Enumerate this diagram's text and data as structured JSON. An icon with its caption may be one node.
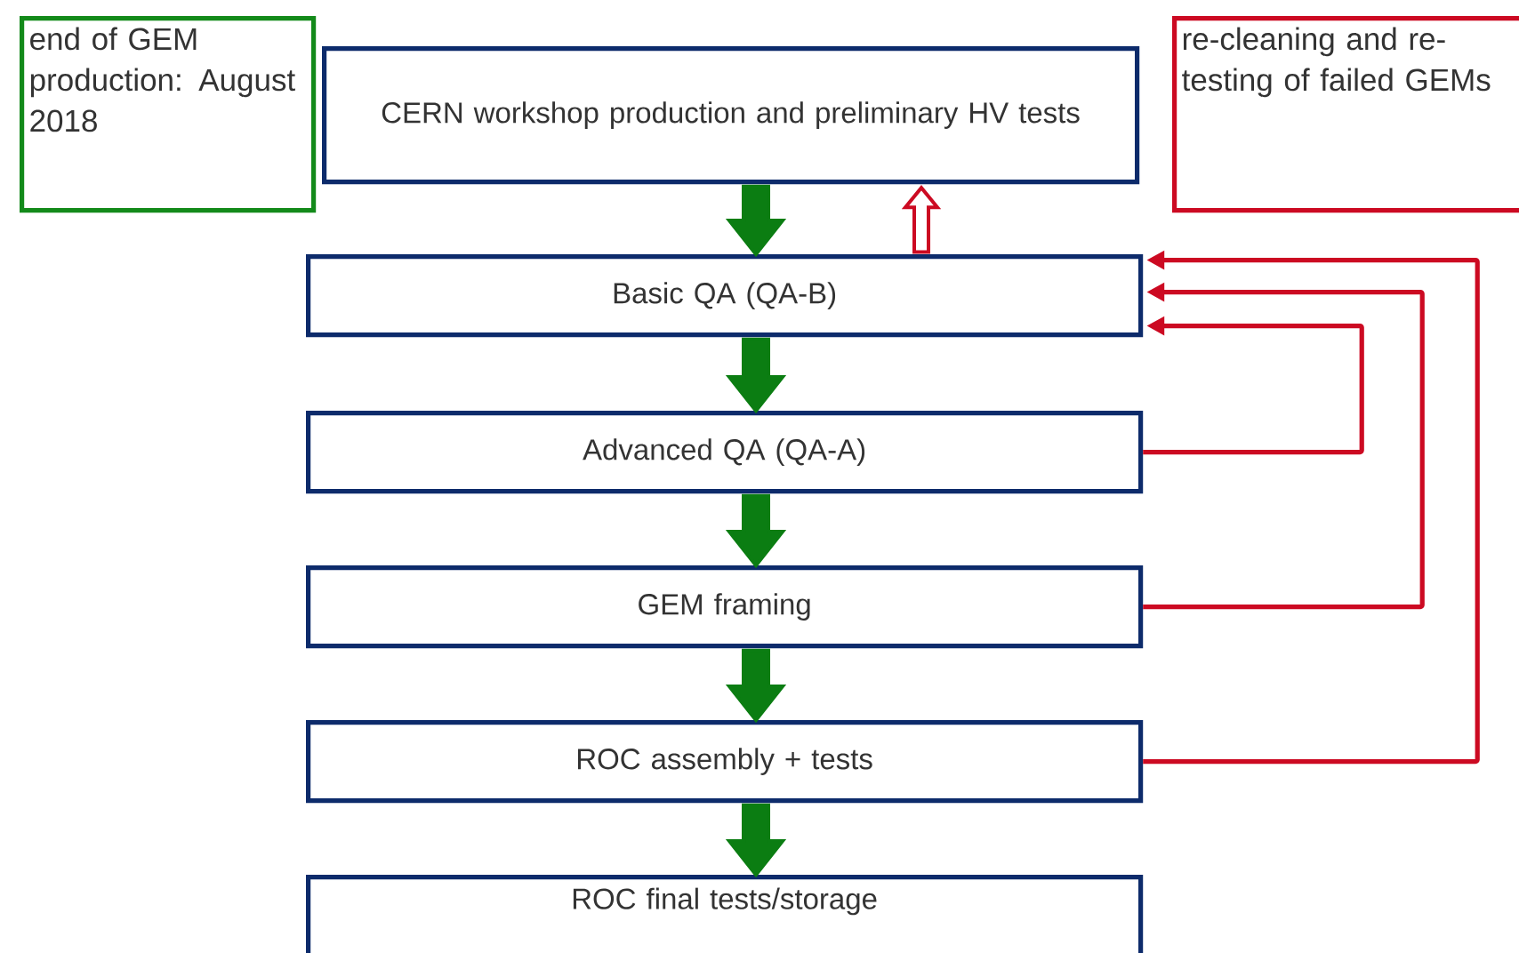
{
  "diagram": {
    "nodes": [
      {
        "text": [
          "end of GEM production: August 2018"
        ]
      },
      {
        "text": [
          "CERN workshop production and preliminary HV tests"
        ]
      },
      {
        "text": [
          "re-cleaning and re-testing of failed GEMs"
        ]
      },
      {
        "text": [
          "Basic QA (QA-B)"
        ]
      },
      {
        "text": [
          "Advanced QA (QA-A)"
        ]
      },
      {
        "text": [
          "GEM framing"
        ]
      },
      {
        "text": [
          "ROC assembly + tests"
        ]
      },
      {
        "text": [
          "ROC final tests/storage"
        ]
      }
    ],
    "edges": [
      {
        "from": 1,
        "to": 3,
        "arrow": "to",
        "style": "thick",
        "color": "#0b7d12"
      },
      {
        "from": 3,
        "to": 4,
        "arrow": "to",
        "style": "thick",
        "color": "#0b7d12"
      },
      {
        "from": 4,
        "to": 5,
        "arrow": "to",
        "style": "thick",
        "color": "#0b7d12"
      },
      {
        "from": 5,
        "to": 6,
        "arrow": "to",
        "style": "thick",
        "color": "#0b7d12"
      },
      {
        "from": 6,
        "to": 7,
        "arrow": "to",
        "style": "thick",
        "color": "#0b7d12"
      },
      {
        "from": 3,
        "to": 1,
        "arrow": "to",
        "style": "thick",
        "color": "#cc0a22"
      },
      {
        "from": 4,
        "to": 3,
        "arrow": "to",
        "color": "#cc0a22"
      },
      {
        "from": 5,
        "to": 3,
        "arrow": "to",
        "color": "#cc0a22"
      },
      {
        "from": 6,
        "to": 3,
        "arrow": "to",
        "color": "#cc0a22"
      }
    ]
  }
}
